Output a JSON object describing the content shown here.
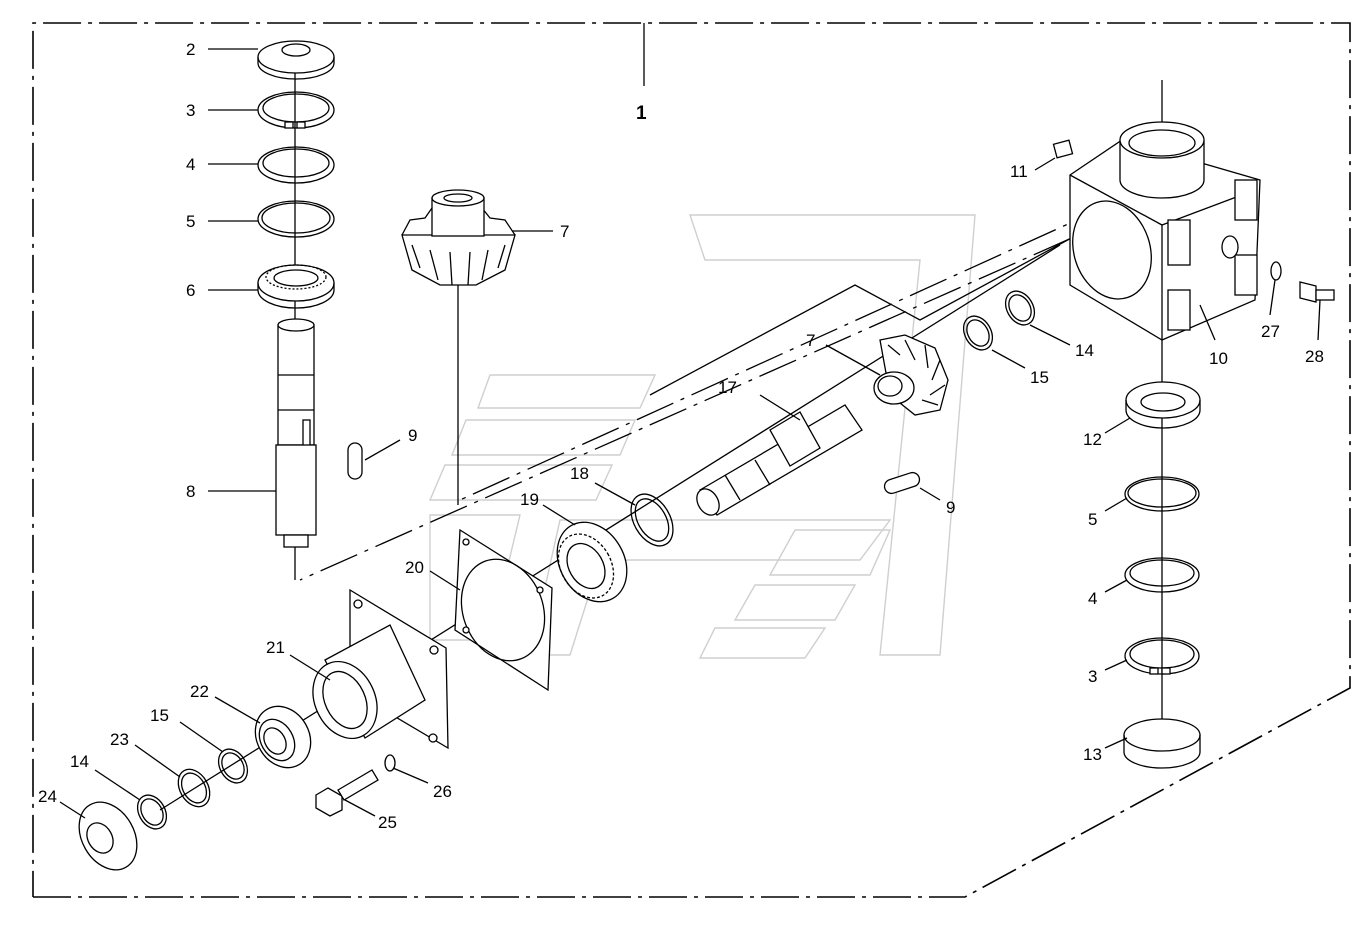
{
  "diagram": {
    "assembly_number": "1",
    "labels": {
      "p2": "2",
      "p3a": "3",
      "p4a": "4",
      "p5a": "5",
      "p6": "6",
      "p7a": "7",
      "p7b": "7",
      "p8": "8",
      "p9a": "9",
      "p9b": "9",
      "p10": "10",
      "p11": "11",
      "p12": "12",
      "p13": "13",
      "p14a": "14",
      "p14b": "14",
      "p15a": "15",
      "p15b": "15",
      "p17": "17",
      "p18": "18",
      "p19": "19",
      "p20": "20",
      "p21": "21",
      "p22": "22",
      "p23": "23",
      "p24": "24",
      "p25": "25",
      "p26": "26",
      "p27": "27",
      "p28": "28",
      "p5b": "5",
      "p4b": "4",
      "p3b": "3"
    }
  }
}
